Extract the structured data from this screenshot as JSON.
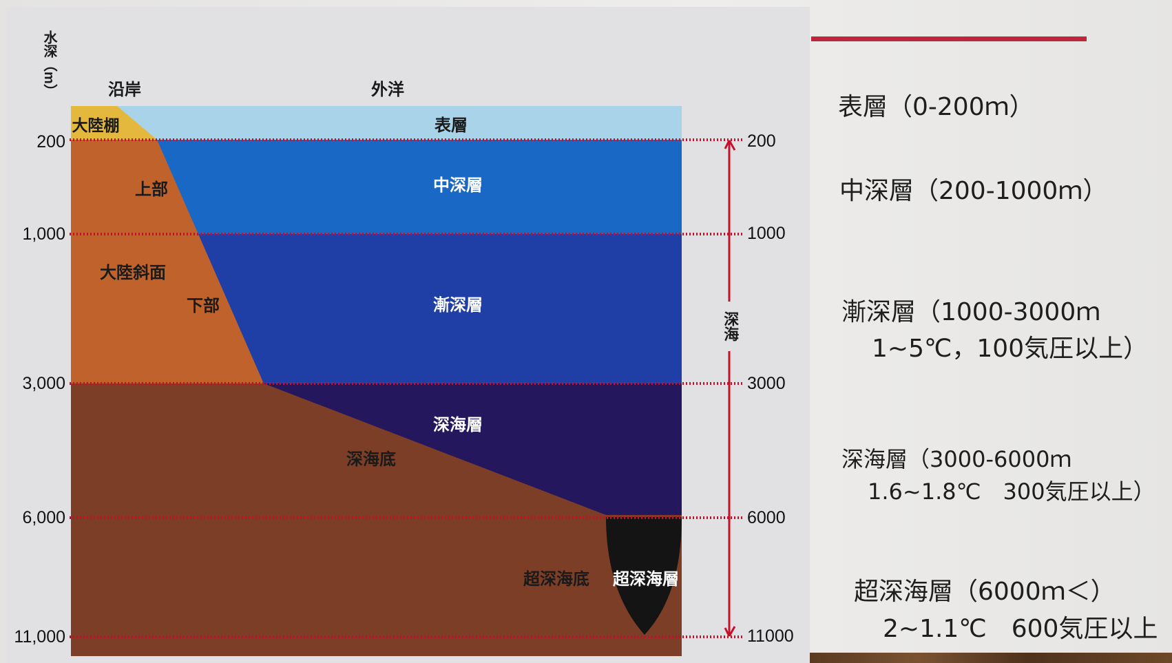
{
  "figure": {
    "y_axis_title": "水深（m）",
    "zone_coast": "沿岸",
    "zone_ocean": "外洋",
    "continental_shelf": "大陸棚",
    "continental_slope": "大陸斜面",
    "slope_upper": "上部",
    "slope_lower": "下部",
    "abyssal_plain": "深海底",
    "hadal_floor": "超深海底",
    "deep_sea": "深海",
    "layers": [
      {
        "name": "表層",
        "color": "#a9d3e9"
      },
      {
        "name": "中深層",
        "color": "#1a68c6"
      },
      {
        "name": "漸深層",
        "color": "#1f3fa6"
      },
      {
        "name": "深海層",
        "color": "#24175e"
      },
      {
        "name": "超深海層",
        "color": "#141414"
      }
    ],
    "depth_left": [
      "200",
      "1,000",
      "3,000",
      "6,000",
      "11,000"
    ],
    "depth_right": [
      "200",
      "1000",
      "3000",
      "6000",
      "11000"
    ],
    "colors": {
      "shelf": "#e3b83c",
      "upper_land": "#c0622c",
      "lower_land": "#7d3e27",
      "dotted_line": "#c4102a"
    }
  },
  "side": {
    "accent_color": "#c0263b",
    "items": [
      {
        "line1": "表層（0-200ｍ）",
        "line2": ""
      },
      {
        "line1": "中深層（200-1000ｍ）",
        "line2": ""
      },
      {
        "line1": "漸深層（1000-3000ｍ",
        "line2": "1~5℃，100気圧以上）"
      },
      {
        "line1": "深海層（3000-6000ｍ",
        "line2": "1.6~1.8℃　300気圧以上）"
      },
      {
        "line1": "超深海層（6000ｍ＜）",
        "line2": "2~1.1℃　600気圧以上"
      }
    ]
  }
}
